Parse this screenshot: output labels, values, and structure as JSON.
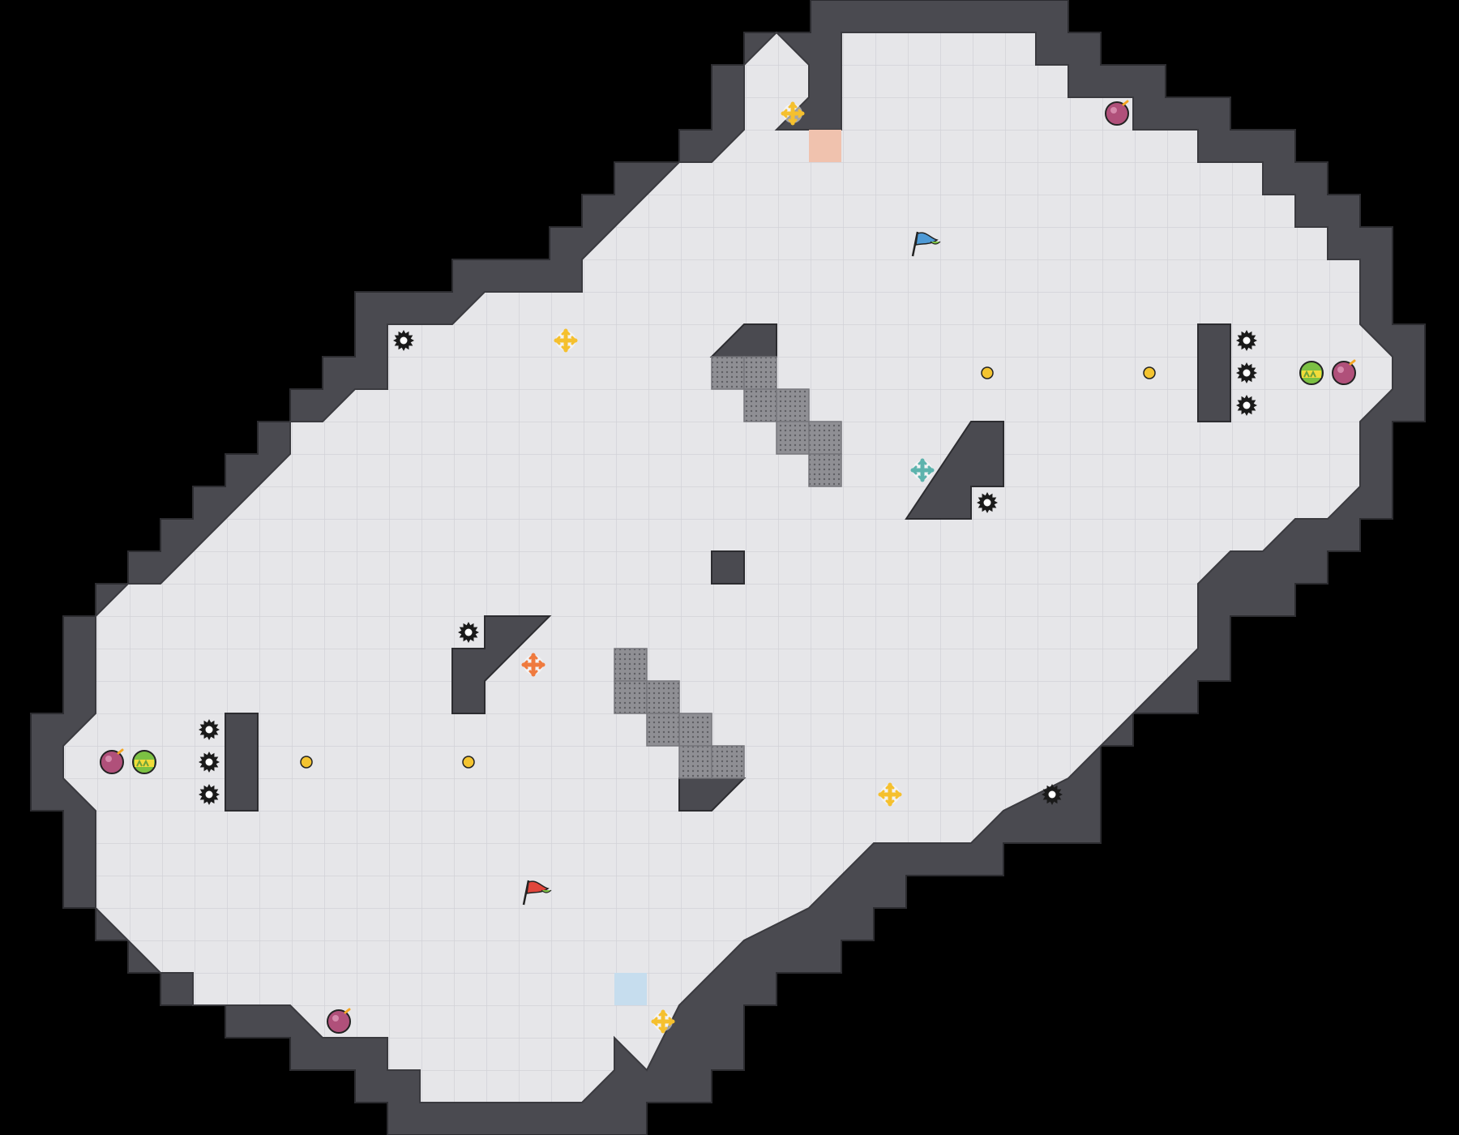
{
  "map": {
    "grid_cols": 44,
    "grid_rows": 34,
    "colors": {
      "background": "#000000",
      "wall": "#4a4a50",
      "floor": "#e6e6e9",
      "grid_line": "#d3d3d8",
      "block": "#8e8e93",
      "flag_red": "#e0463c",
      "flag_blue": "#4e9ad6",
      "bomb": "#b0507a",
      "boost": "#7cc143",
      "powerup_yellow": "#f5c02e",
      "powerup_orange": "#ef7a3e",
      "powerup_teal": "#5db3ad",
      "tag_pad": "#f0c2ae",
      "blue_pad": "#c6ddee",
      "mine": "#1a1a1a",
      "coin": "#f4c430"
    },
    "tiles": {
      "red_team_pad": "#e8a48e",
      "blue_team_pad": "#a8cde8"
    },
    "items": {
      "flags": [
        {
          "team": "blue",
          "col": 28,
          "row": 7
        },
        {
          "team": "red",
          "col": 16,
          "row": 27
        }
      ],
      "bombs": [
        {
          "col": 34,
          "row": 3
        },
        {
          "col": 41,
          "row": 11
        },
        {
          "col": 3,
          "row": 23
        },
        {
          "col": 10,
          "row": 31
        }
      ],
      "boosts": [
        {
          "col": 40,
          "row": 11
        },
        {
          "col": 4,
          "row": 23
        }
      ],
      "powerups": [
        {
          "kind": "yellow",
          "col": 24,
          "row": 3
        },
        {
          "kind": "yellow",
          "col": 17,
          "row": 10
        },
        {
          "kind": "teal",
          "col": 28,
          "row": 14
        },
        {
          "kind": "orange",
          "col": 16,
          "row": 20
        },
        {
          "kind": "yellow",
          "col": 27,
          "row": 24
        },
        {
          "kind": "yellow",
          "col": 20,
          "row": 31
        }
      ],
      "mines": [
        {
          "col": 12,
          "row": 10
        },
        {
          "col": 38,
          "row": 10
        },
        {
          "col": 38,
          "row": 11
        },
        {
          "col": 38,
          "row": 12
        },
        {
          "col": 30,
          "row": 15
        },
        {
          "col": 14,
          "row": 19
        },
        {
          "col": 6,
          "row": 22
        },
        {
          "col": 6,
          "row": 23
        },
        {
          "col": 6,
          "row": 24
        },
        {
          "col": 32,
          "row": 24
        }
      ],
      "coins": [
        {
          "col": 30,
          "row": 11
        },
        {
          "col": 35,
          "row": 11
        },
        {
          "col": 9,
          "row": 23
        },
        {
          "col": 14,
          "row": 23
        }
      ],
      "gates": [
        {
          "col": 22,
          "row": 11
        },
        {
          "col": 23,
          "row": 11
        },
        {
          "col": 23,
          "row": 12
        },
        {
          "col": 24,
          "row": 12
        },
        {
          "col": 24,
          "row": 13
        },
        {
          "col": 25,
          "row": 13
        },
        {
          "col": 25,
          "row": 14
        },
        {
          "col": 19,
          "row": 20
        },
        {
          "col": 19,
          "row": 21
        },
        {
          "col": 20,
          "row": 21
        },
        {
          "col": 20,
          "row": 22
        },
        {
          "col": 21,
          "row": 22
        },
        {
          "col": 21,
          "row": 23
        },
        {
          "col": 22,
          "row": 23
        }
      ]
    }
  }
}
